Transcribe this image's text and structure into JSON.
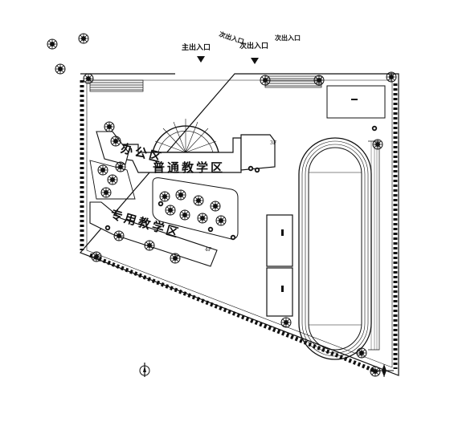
{
  "gates": {
    "main_entrance": "主出入口",
    "secondary_entrance_a": "次出入口",
    "secondary_entrance_b": "次出入口"
  },
  "zones": {
    "office": "办公区",
    "general_teaching": "普通教学区",
    "special_teaching": "专用教学区"
  },
  "floor_marks": {
    "a": "3F",
    "b": "4F"
  },
  "colors": {
    "line": "#111111",
    "background": "#ffffff",
    "building_fill": "#ffffff"
  },
  "icons": [
    "tree-icon",
    "north-arrow-icon",
    "compass-rose-icon"
  ]
}
